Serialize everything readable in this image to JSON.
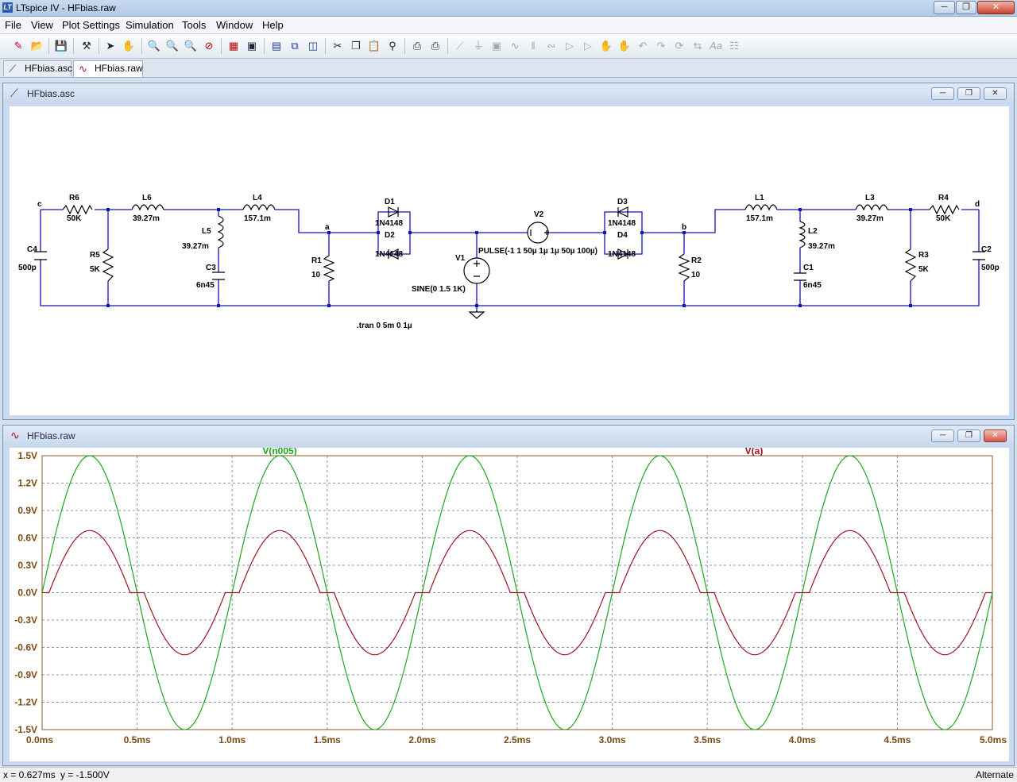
{
  "window": {
    "title": "LTspice IV - HFbias.raw",
    "app_icon": "ltspice-logo-icon",
    "caption_buttons": [
      "minimize-icon",
      "maximize-icon",
      "close-icon"
    ]
  },
  "menu": [
    "File",
    "View",
    "Plot Settings",
    "Simulation",
    "Tools",
    "Window",
    "Help"
  ],
  "toolbar": {
    "icons": [
      "new-schematic-icon",
      "open-icon",
      "save-icon",
      "control-panel-icon",
      "run-icon",
      "pan-icon",
      "zoom-in-icon",
      "zoom-area-icon",
      "zoom-out-icon",
      "zoom-cancel-icon",
      "autorange-icon",
      "fit-icon",
      "tile-horizontal-icon",
      "cascade-icon",
      "tile-vertical-icon",
      "cut-icon",
      "copy-icon",
      "paste-icon",
      "find-icon",
      "print-setup-icon",
      "print-icon",
      "wire-icon",
      "ground-icon",
      "label-icon",
      "resistor-icon",
      "capacitor-icon",
      "inductor-icon",
      "diode-icon",
      "component-icon",
      "move-icon",
      "drag-icon",
      "undo-icon",
      "redo-icon",
      "rotate-icon",
      "mirror-icon",
      "text-icon",
      "spice-directive-icon"
    ]
  },
  "tabs": [
    {
      "label": "HFbias.asc",
      "icon": "schematic-icon",
      "active": false
    },
    {
      "label": "HFbias.raw",
      "icon": "waveform-icon",
      "active": true
    }
  ],
  "schematic": {
    "title": "HFbias.asc",
    "labels": {
      "net_c": "c",
      "net_a": "a",
      "net_b": "b",
      "net_d": "d",
      "R6": "R6",
      "R6v": "50K",
      "L6": "L6",
      "L6v": "39.27m",
      "L4": "L4",
      "L4v": "157.1m",
      "D1": "D1",
      "D1v": "1N4148",
      "D2": "D2",
      "D2v": "1N4148",
      "V2": "V2",
      "D3": "D3",
      "D3v": "1N4148",
      "D4": "D4",
      "D4v": "1N4148",
      "L1": "L1",
      "L1v": "157.1m",
      "L3": "L3",
      "L3v": "39.27m",
      "R4": "R4",
      "R4v": "50K",
      "C4": "C4",
      "C4v": "500p",
      "R5": "R5",
      "R5v": "5K",
      "L5": "L5",
      "L5v": "39.27m",
      "C3": "C3",
      "C3v": "6n45",
      "R1": "R1",
      "R1v": "10",
      "V1": "V1",
      "V1v": "SINE(0 1.5 1K)",
      "V2v": "PULSE(-1 1 50µ 1µ 1µ 50µ 100µ)",
      "R2": "R2",
      "R2v": "10",
      "L2": "L2",
      "L2v": "39.27m",
      "C1": "C1",
      "C1v": "6n45",
      "R3": "R3",
      "R3v": "5K",
      "C2": "C2",
      "C2v": "500p",
      "directive": ".tran 0 5m 0 1µ"
    }
  },
  "waveform_window": {
    "title": "HFbias.raw"
  },
  "chart_data": {
    "type": "line",
    "xlabel": "",
    "ylabel": "",
    "xlim": [
      0,
      5
    ],
    "ylim": [
      -1.5,
      1.5
    ],
    "x_ticks": [
      "0.0ms",
      "0.5ms",
      "1.0ms",
      "1.5ms",
      "2.0ms",
      "2.5ms",
      "3.0ms",
      "3.5ms",
      "4.0ms",
      "4.5ms",
      "5.0ms"
    ],
    "y_ticks": [
      "1.5V",
      "1.2V",
      "0.9V",
      "0.6V",
      "0.3V",
      "0.0V",
      "-0.3V",
      "-0.6V",
      "-0.9V",
      "-1.2V",
      "-1.5V"
    ],
    "grid": true,
    "series": [
      {
        "name": "V(n005)",
        "color": "#1fa61f",
        "waveform": "sine",
        "amplitude": 1.5,
        "frequency_khz": 1
      },
      {
        "name": "V(a)",
        "color": "#a0141e",
        "waveform": "sine with dead zone",
        "amplitude": 0.68,
        "dead_zone": 0.34,
        "frequency_khz": 1
      }
    ],
    "legend": "top"
  },
  "status": {
    "cursor_x": "x = 0.627ms",
    "cursor_y": "y = -1.500V",
    "mode": "Alternate"
  },
  "colors": {
    "wire": "#1414b4",
    "component": "#000000",
    "plot_border": "#8b5a2b",
    "grid": "#8c96a8",
    "tick_label": "#7a4a12"
  }
}
